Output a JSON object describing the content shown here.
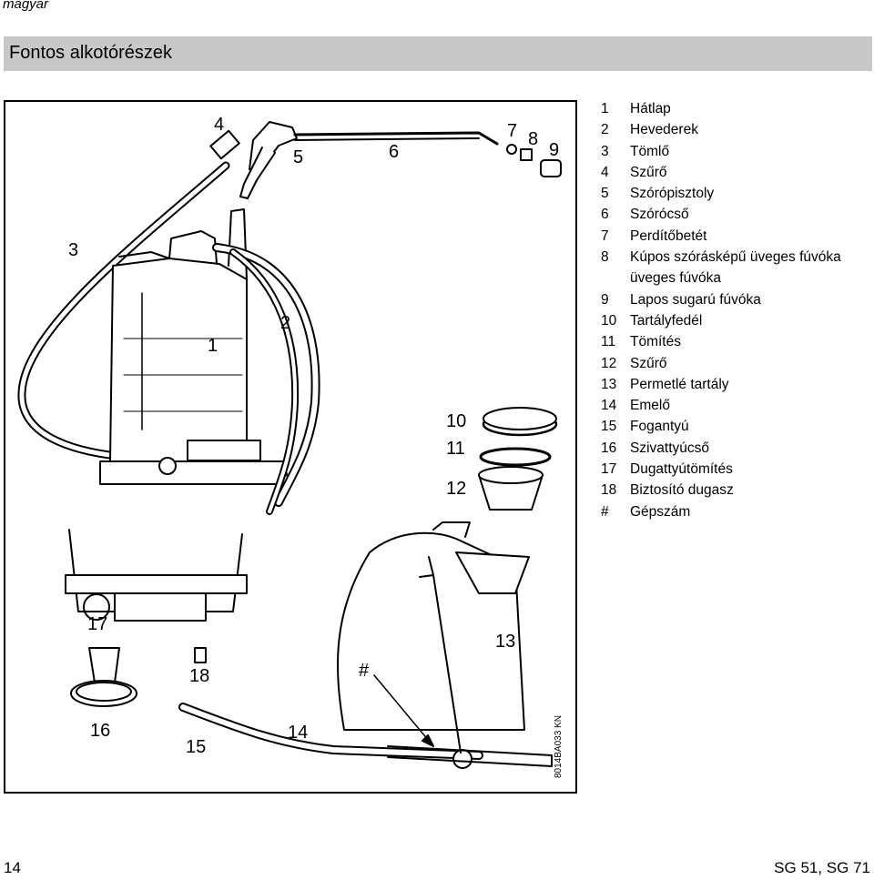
{
  "header": {
    "language": "magyar"
  },
  "section": {
    "title": "Fontos alkotórészek"
  },
  "figure": {
    "code": "8014BA033 KN",
    "callouts": {
      "c1": "1",
      "c2": "2",
      "c3": "3",
      "c4": "4",
      "c5": "5",
      "c6": "6",
      "c7": "7",
      "c8": "8",
      "c9": "9",
      "c10": "10",
      "c11": "11",
      "c12": "12",
      "c13": "13",
      "c14": "14",
      "c15": "15",
      "c16": "16",
      "c17": "17",
      "c18": "18",
      "hash": "#"
    }
  },
  "legend": [
    {
      "num": "1",
      "label": "Hátlap"
    },
    {
      "num": "2",
      "label": "Hevederek"
    },
    {
      "num": "3",
      "label": "Tömlő"
    },
    {
      "num": "4",
      "label": "Szűrő"
    },
    {
      "num": "5",
      "label": "Szórópisztoly"
    },
    {
      "num": "6",
      "label": "Szórócső"
    },
    {
      "num": "7",
      "label": "Perdítőbetét"
    },
    {
      "num": "8",
      "label": "Kúpos szórásképű üveges fúvóka",
      "cont": "üveges fúvóka"
    },
    {
      "num": "9",
      "label": "Lapos sugarú fúvóka"
    },
    {
      "num": "10",
      "label": "Tartályfedél"
    },
    {
      "num": "11",
      "label": "Tömítés"
    },
    {
      "num": "12",
      "label": "Szűrő"
    },
    {
      "num": "13",
      "label": "Permetlé tartály"
    },
    {
      "num": "14",
      "label": "Emelő"
    },
    {
      "num": "15",
      "label": "Fogantyú"
    },
    {
      "num": "16",
      "label": "Szivattyúcső"
    },
    {
      "num": "17",
      "label": "Dugattyútömítés"
    },
    {
      "num": "18",
      "label": "Biztosító dugasz"
    },
    {
      "num": "#",
      "label": "Gépszám"
    }
  ],
  "footer": {
    "page": "14",
    "model": "SG 51, SG 71"
  }
}
